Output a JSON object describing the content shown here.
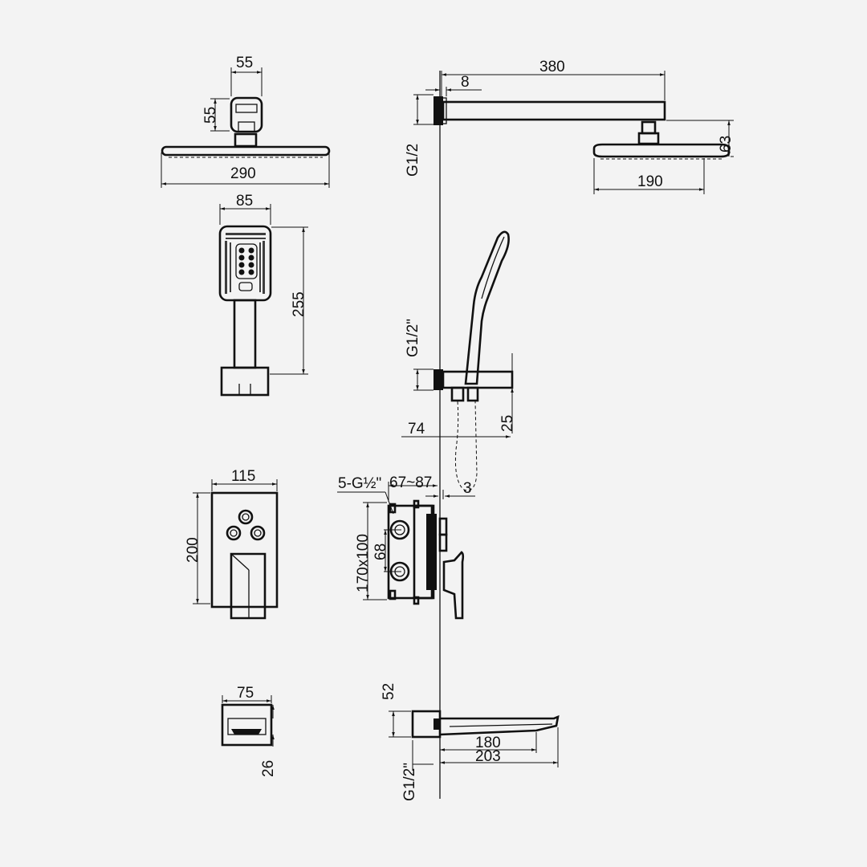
{
  "drawing": {
    "background": "#f3f3f3",
    "line_color": "#111111",
    "rain_shower_front": {
      "width": "55",
      "height": "55",
      "plate_width": "290"
    },
    "hand_shower_front": {
      "width": "85",
      "height": "255"
    },
    "mixer_plate_front": {
      "width": "115",
      "height": "200"
    },
    "spout_front": {
      "width": "75",
      "depth": "26"
    },
    "shower_arm_side": {
      "length": "380",
      "flange": "8",
      "thread": "G1/2",
      "head_height": "63",
      "head_width": "190"
    },
    "hand_shower_side": {
      "thread": "G1/2\"",
      "projection": "74",
      "holder_height": "25"
    },
    "mixer_body_side": {
      "ports": "5-G½\"",
      "depth_range": "67~87",
      "plate_gap": "3",
      "body_size": "170x100",
      "port_spacing": "68"
    },
    "spout_side": {
      "height": "52",
      "inner_length": "180",
      "length": "203",
      "thread": "G1/2\""
    }
  }
}
